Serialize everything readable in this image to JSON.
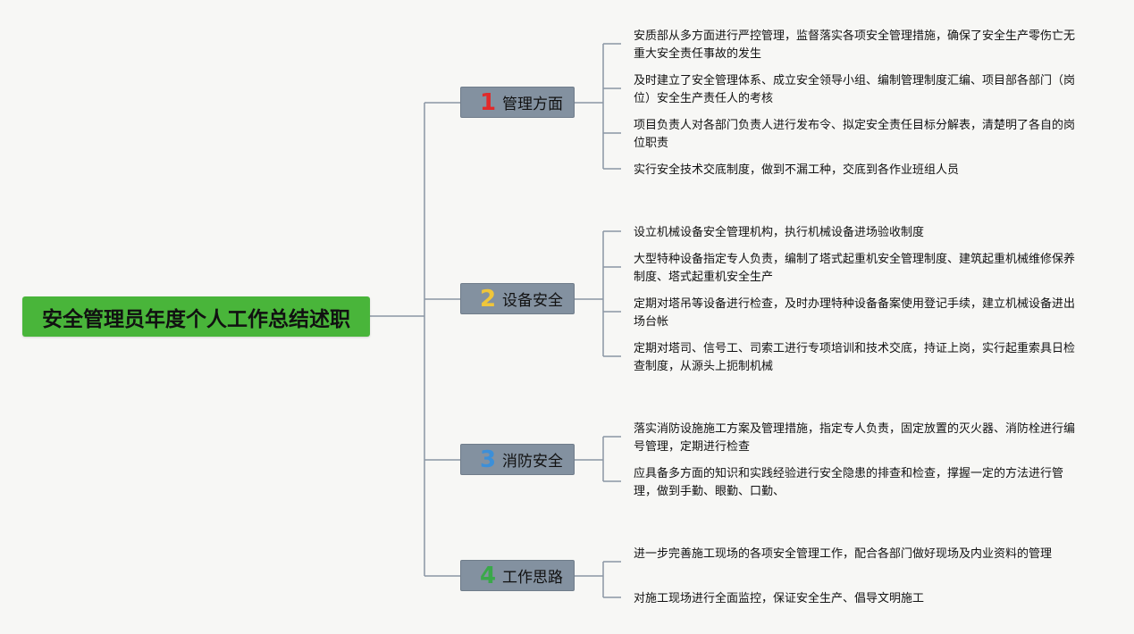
{
  "root": {
    "title": "安全管理员年度个人工作总结述职"
  },
  "colors": {
    "root_bg": "#49b53a",
    "branch_bg": "#8391a0",
    "line": "#8a96a4"
  },
  "branches": [
    {
      "number": "1",
      "number_color": "#e12a2a",
      "label": "管理方面",
      "items": [
        "安质部从多方面进行严控管理，监督落实各项安全管理措施，确保了安全生产零伤亡无重大安全责任事故的发生",
        "及时建立了安全管理体系、成立安全领导小组、编制管理制度汇编、项目部各部门（岗位）安全生产责任人的考核",
        "项目负责人对各部门负责人进行发布令、拟定安全责任目标分解表，清楚明了各自的岗位职责",
        "实行安全技术交底制度，做到不漏工种，交底到各作业班组人员"
      ]
    },
    {
      "number": "2",
      "number_color": "#f0c63a",
      "label": "设备安全",
      "items": [
        "设立机械设备安全管理机构，执行机械设备进场验收制度",
        "大型特种设备指定专人负责，编制了塔式起重机安全管理制度、建筑起重机械维修保养制度、塔式起重机安全生产",
        "定期对塔吊等设备进行检查，及时办理特种设备备案使用登记手续，建立机械设备进出场台帐",
        "定期对塔司、信号工、司索工进行专项培训和技术交底，持证上岗，实行起重索具日检查制度，从源头上扼制机械"
      ]
    },
    {
      "number": "3",
      "number_color": "#3c8fd8",
      "label": "消防安全",
      "items": [
        "落实消防设施施工方案及管理措施，指定专人负责，固定放置的灭火器、消防栓进行编号管理，定期进行检查",
        "应具备多方面的知识和实践经验进行安全隐患的排查和检查，撑握一定的方法进行管理，做到手勤、眼勤、口勤、"
      ]
    },
    {
      "number": "4",
      "number_color": "#3aa84a",
      "label": "工作思路",
      "items": [
        "进一步完善施工现场的各项安全管理工作，配合各部门做好现场及内业资料的管理",
        "对施工现场进行全面监控，保证安全生产、倡导文明施工"
      ]
    }
  ]
}
